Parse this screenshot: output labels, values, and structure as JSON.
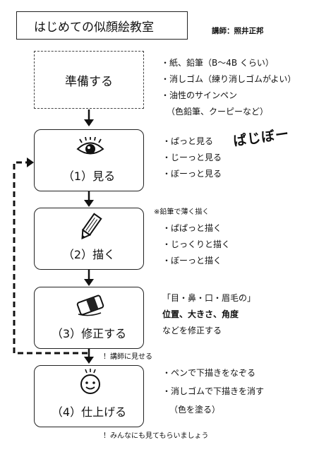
{
  "title": "はじめての似顔絵教室",
  "instructor": "講師：照井正邦",
  "prep": {
    "label": "準備する",
    "items": [
      "・紙、鉛筆（B〜4B くらい）",
      "・消しゴム（練り消しゴムがよい）",
      "・油性のサインペン",
      "（色鉛筆、クーピーなど）"
    ]
  },
  "pjb": "ぱじぼー",
  "steps": [
    {
      "label": "（1）見る",
      "icon": "eye-icon",
      "notes": [
        "・ぱっと見る",
        "・じーっと見る",
        "・ぼーっと見る"
      ]
    },
    {
      "label": "（2）描く",
      "icon": "pencil-icon",
      "header_note": "※鉛筆で薄く描く",
      "notes": [
        "・ぱぱっと描く",
        "・じっくりと描く",
        "・ぼーっと描く"
      ]
    },
    {
      "label": "（3）修正する",
      "icon": "eraser-icon",
      "notes": [
        "「目・鼻・口・眉毛の」",
        "位置、大きさ、角度",
        "などを修正する"
      ]
    },
    {
      "label": "（4）仕上げる",
      "icon": "smiley-face-icon",
      "notes": [
        "・ペンで下描きをなぞる",
        "・消しゴムで下描きを消す",
        "（色を塗る）"
      ]
    }
  ],
  "loop_note": "！講師に見せる",
  "footer_note": "！みんなにも見てもらいましょう"
}
